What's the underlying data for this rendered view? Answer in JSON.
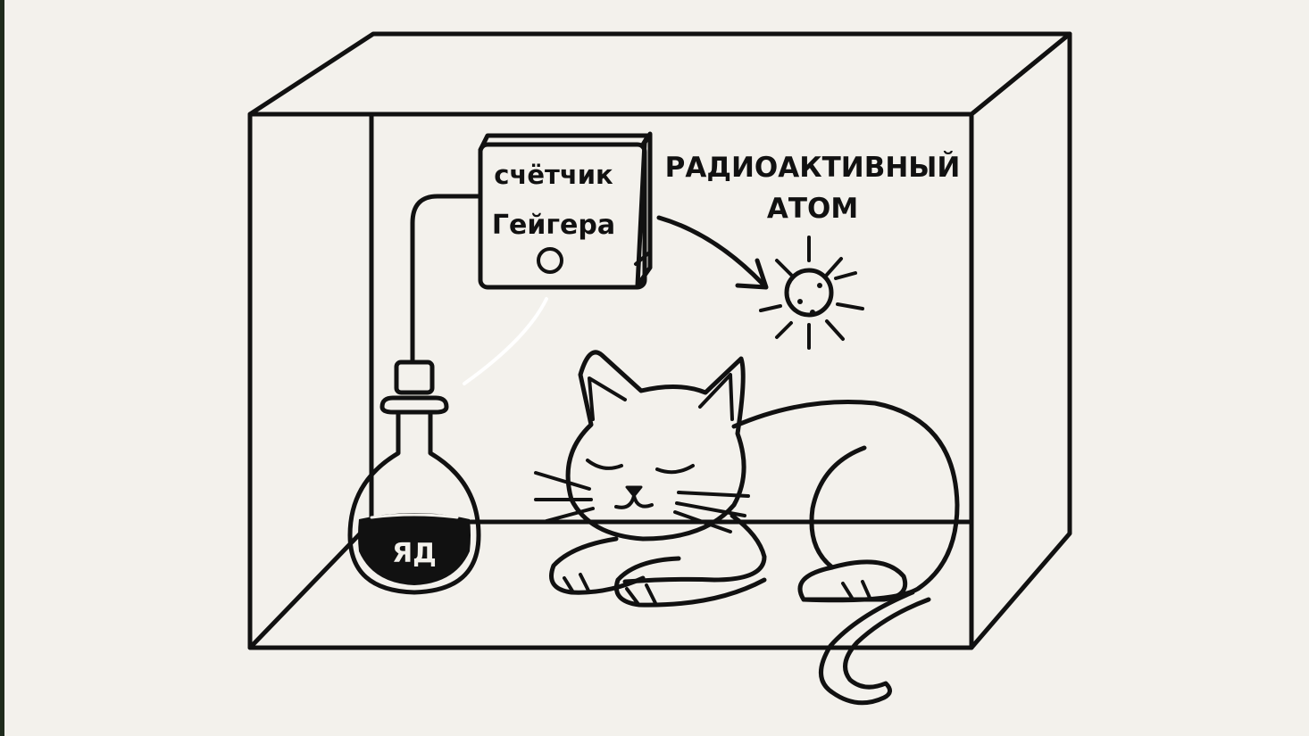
{
  "labels": {
    "geiger_line1": "счётчик",
    "geiger_line2": "Гейгера",
    "atom_line1": "РАДИОАКТИВНЫЙ",
    "atom_line2": "АТОМ",
    "poison": "ЯД"
  },
  "colors": {
    "background": "#f3f1ec",
    "ink": "#111111",
    "left_edge": "#1f2b1c"
  }
}
